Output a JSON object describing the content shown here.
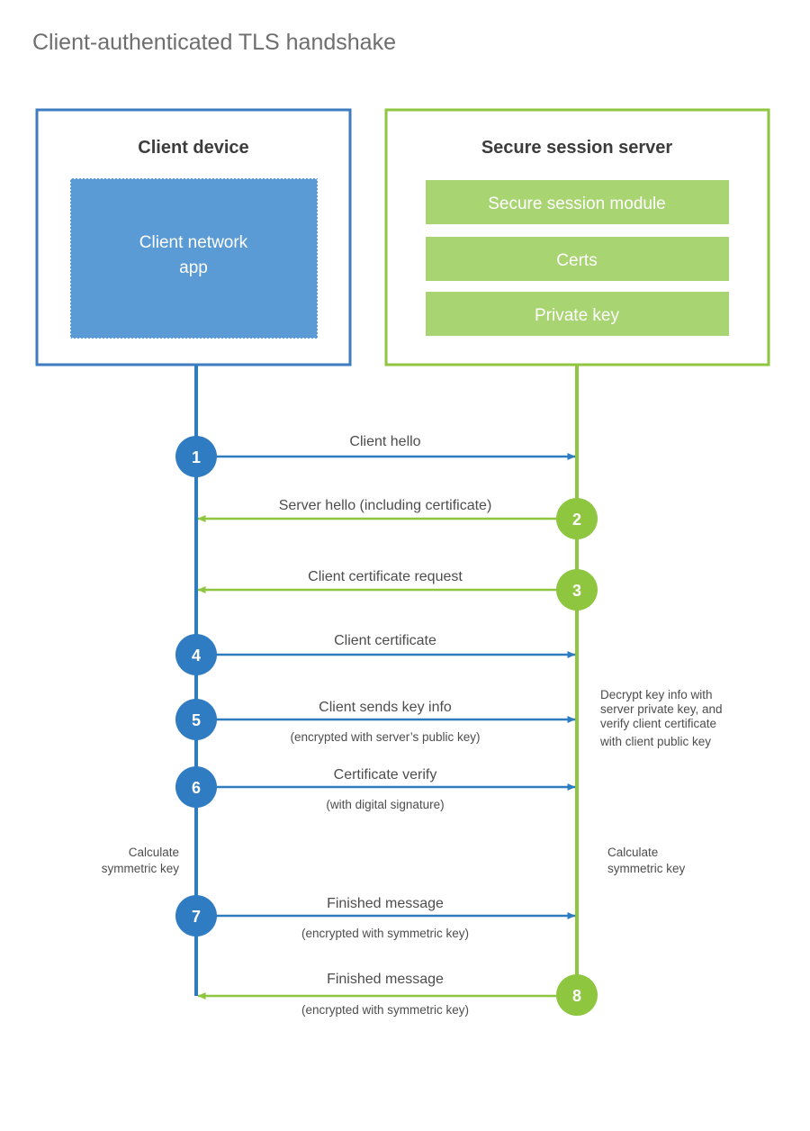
{
  "title": "Client-authenticated TLS handshake",
  "colors": {
    "client_border": "#3d7cc0",
    "client_fill": "#5b9bd5",
    "server_border": "#8fc63f",
    "server_fill": "#a8d472",
    "blue_line": "#2e7cc0",
    "green_line": "#8fc63f",
    "blue_circle": "#2f7cc2",
    "green_circle": "#8ec63f",
    "title_text": "#6e6e6e",
    "body_text": "#4d4d4d",
    "background": "#ffffff"
  },
  "client_panel": {
    "title": "Client device",
    "app_label_line1": "Client network",
    "app_label_line2": "app"
  },
  "server_panel": {
    "title": "Secure session server",
    "modules": [
      {
        "label": "Secure session module"
      },
      {
        "label": "Certs"
      },
      {
        "label": "Private key"
      }
    ]
  },
  "steps": [
    {
      "number": "1",
      "label": "Client hello",
      "sublabel": "",
      "direction": "client-to-server",
      "marker_side": "client"
    },
    {
      "number": "2",
      "label": "Server hello (including certificate)",
      "sublabel": "",
      "direction": "server-to-client",
      "marker_side": "server"
    },
    {
      "number": "3",
      "label": "Client certificate request",
      "sublabel": "",
      "direction": "server-to-client",
      "marker_side": "server"
    },
    {
      "number": "4",
      "label": "Client certificate",
      "sublabel": "",
      "direction": "client-to-server",
      "marker_side": "client"
    },
    {
      "number": "5",
      "label": "Client sends key info",
      "sublabel": "(encrypted with server’s public key)",
      "direction": "client-to-server",
      "marker_side": "client"
    },
    {
      "number": "6",
      "label": "Certificate verify",
      "sublabel": "(with digital signature)",
      "direction": "client-to-server",
      "marker_side": "client"
    },
    {
      "number": "7",
      "label": "Finished message",
      "sublabel": "(encrypted with symmetric key)",
      "direction": "client-to-server",
      "marker_side": "client"
    },
    {
      "number": "8",
      "label": "Finished message",
      "sublabel": "(encrypted with symmetric key)",
      "direction": "server-to-client",
      "marker_side": "server"
    }
  ],
  "annotations": {
    "server_decrypt": {
      "line1": "Decrypt key info with",
      "line2": "server private key, and",
      "line3": "verify client certificate",
      "line4": "with client public key"
    },
    "client_calc": {
      "line1": "Calculate",
      "line2": "symmetric key"
    },
    "server_calc": {
      "line1": "Calculate",
      "line2": "symmetric key"
    }
  }
}
